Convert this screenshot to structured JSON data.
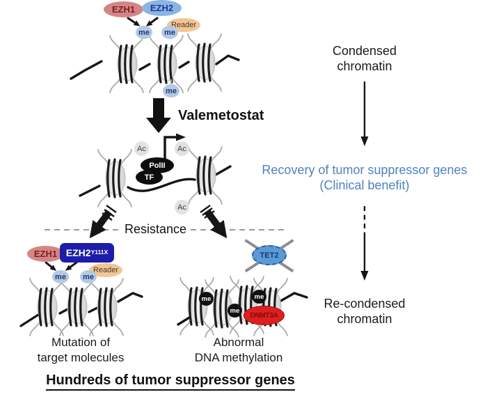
{
  "labels": {
    "ezh1": "EZH1",
    "ezh2": "EZH2",
    "reader": "Reader",
    "me": "me",
    "ac": "Ac",
    "polii": "PolII",
    "tf": "TF",
    "ezh2_mutant": "EZH2",
    "ezh2_mutant_sup": "Y111X",
    "tet2": "TET2",
    "dnmt3a": "DNMT3A"
  },
  "annotations": {
    "condensed_1": "Condensed",
    "condensed_2": "chromatin",
    "valemetostat": "Valemetostat",
    "recovery_1": "Recovery of tumor suppressor genes",
    "recovery_2": "(Clinical benefit)",
    "resistance": "Resistance",
    "recondensed_1": "Re-condensed",
    "recondensed_2": "chromatin",
    "mutation_1": "Mutation of",
    "mutation_2": "target molecules",
    "abnormal_1": "Abnormal",
    "abnormal_2": "DNA methylation",
    "hundreds": "Hundreds of tumor suppressor genes"
  },
  "colors": {
    "ezh1_fill": "#d58585",
    "ezh1_text": "#7e1f1f",
    "ezh2_fill": "#8cb4e2",
    "ezh2_text": "#17399e",
    "reader_fill": "#f2c694",
    "me_fill": "#b3c9e6",
    "me_text": "#1e3a6e",
    "ac_fill": "#e2e2e2",
    "mutant_ezh2_fill": "#1d1daa",
    "tet2_fill": "#5b9bd5",
    "dnmt3a_fill": "#df1f1f",
    "dnmt3a_text": "#7e0d0d",
    "me_black_fill": "#111111",
    "recovery_text": "#4f81bd",
    "dashed_line": "#999999"
  }
}
